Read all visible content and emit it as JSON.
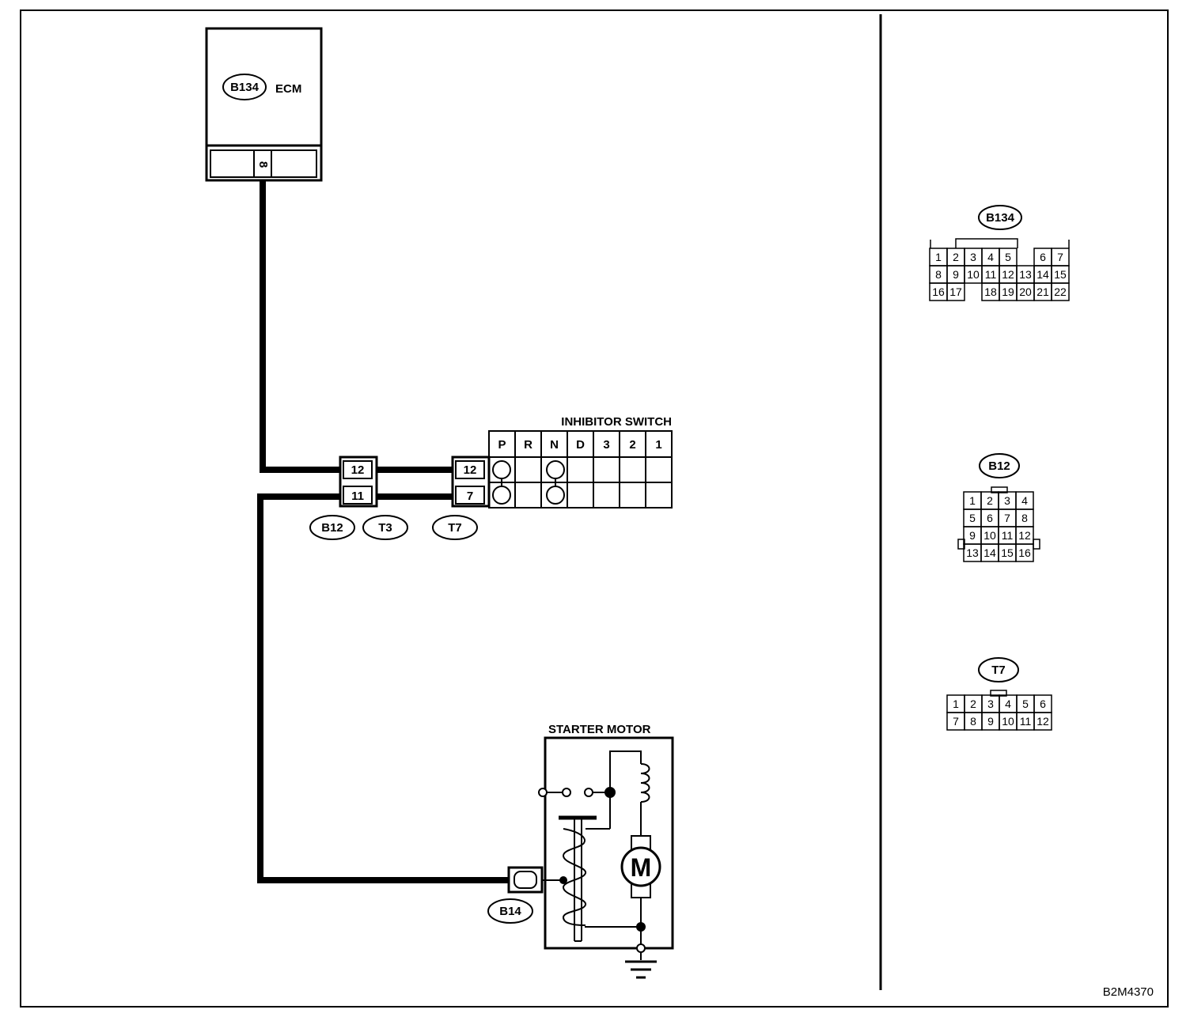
{
  "ecm": {
    "connector": "B134",
    "label": "ECM",
    "terminal": "8"
  },
  "inhibitor_switch": {
    "title": "INHIBITOR SWITCH",
    "positions": [
      "P",
      "R",
      "N",
      "D",
      "3",
      "2",
      "1"
    ]
  },
  "junction": {
    "b12_pins": [
      "12",
      "11"
    ],
    "t7_pins": [
      "12",
      "7"
    ],
    "connectors": [
      "B12",
      "T3",
      "T7"
    ]
  },
  "starter_motor": {
    "title": "STARTER MOTOR",
    "motor_symbol": "M",
    "connector": "B14"
  },
  "connector_views": {
    "b134": {
      "name": "B134",
      "row1": [
        "1",
        "2",
        "3",
        "4",
        "5",
        "",
        "6",
        "7"
      ],
      "row2": [
        "8",
        "9",
        "10",
        "11",
        "12",
        "13",
        "14",
        "15"
      ],
      "row3": [
        "16",
        "17",
        "",
        "18",
        "19",
        "20",
        "21",
        "22"
      ]
    },
    "b12": {
      "name": "B12",
      "rows": [
        [
          "1",
          "2",
          "3",
          "4"
        ],
        [
          "5",
          "6",
          "7",
          "8"
        ],
        [
          "9",
          "10",
          "11",
          "12"
        ],
        [
          "13",
          "14",
          "15",
          "16"
        ]
      ]
    },
    "t7": {
      "name": "T7",
      "rows": [
        [
          "1",
          "2",
          "3",
          "4",
          "5",
          "6"
        ],
        [
          "7",
          "8",
          "9",
          "10",
          "11",
          "12"
        ]
      ]
    }
  },
  "figure_code": "B2M4370"
}
